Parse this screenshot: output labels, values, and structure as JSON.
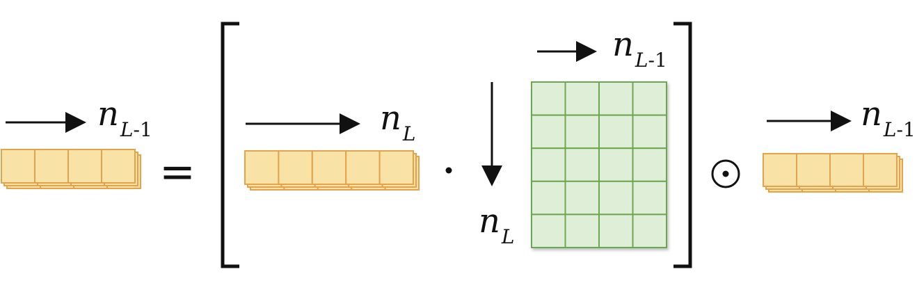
{
  "labels": {
    "left_vector_dim": {
      "var": "n",
      "sub": "L",
      "sub_tail": "-1"
    },
    "bracket_vector_dim": {
      "var": "n",
      "sub": "L",
      "sub_tail": ""
    },
    "matrix_col_dim": {
      "var": "n",
      "sub": "L",
      "sub_tail": "-1"
    },
    "matrix_row_dim": {
      "var": "n",
      "sub": "L",
      "sub_tail": ""
    },
    "right_vector_dim": {
      "var": "n",
      "sub": "L",
      "sub_tail": "-1"
    }
  },
  "operators": {
    "equals": "=",
    "dot": "·",
    "hadamard": "⊙"
  },
  "colors": {
    "vector_fill": "#f9e2a6",
    "vector_stroke": "#e4a24a",
    "matrix_fill": "#dfeed7",
    "matrix_stroke": "#6aa84f",
    "ink": "#111111"
  },
  "structure": {
    "left_vector_cells": 4,
    "bracket_vector_cells": 5,
    "matrix_rows": 5,
    "matrix_cols": 4,
    "right_vector_cells": 4
  }
}
